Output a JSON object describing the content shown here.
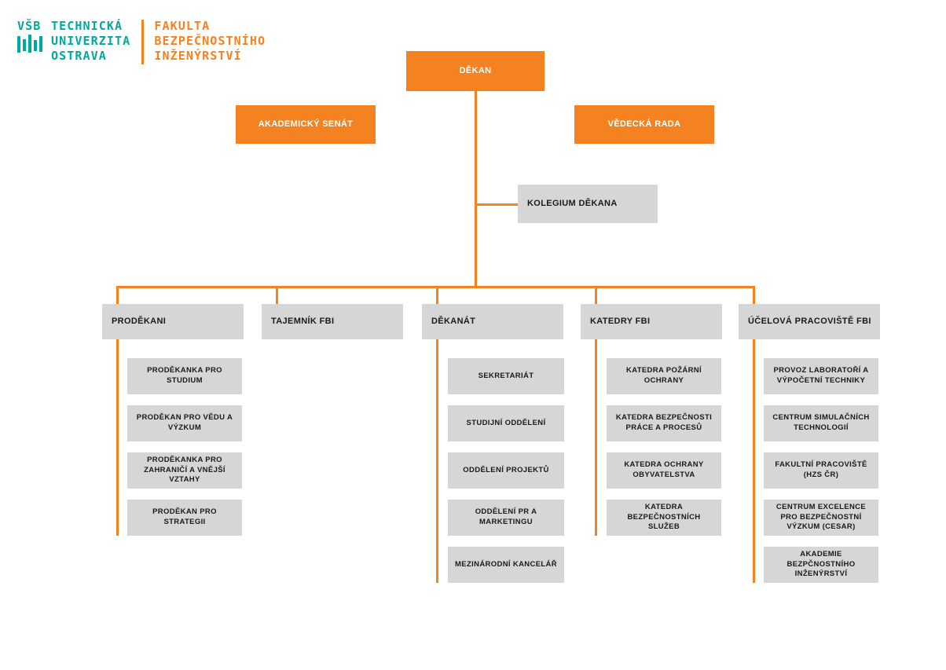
{
  "brand": {
    "vsb_word": "VŠB",
    "university_lines": [
      "TECHNICKÁ",
      "UNIVERZITA",
      "OSTRAVA"
    ],
    "faculty_lines": [
      "FAKULTA",
      "BEZPEČNOSTNÍHO",
      "INŽENÝRSTVÍ"
    ],
    "teal_color": "#00A99D",
    "orange_color": "#F58220"
  },
  "colors": {
    "orange": "#F58220",
    "gray": "#D6D6D6",
    "text_dark": "#1a1a1a",
    "text_light": "#ffffff",
    "background": "#ffffff"
  },
  "chart_data": {
    "type": "diagram",
    "title": "Organizační struktura Fakulty bezpečnostního inženýrství",
    "root": "DĚKAN",
    "nodes": [
      {
        "id": "dekan",
        "label": "DĚKAN",
        "style": "orange",
        "level": 0
      },
      {
        "id": "akademicky-senat",
        "label": "AKADEMICKÝ SENÁT",
        "style": "orange",
        "level": 0
      },
      {
        "id": "vedecka-rada",
        "label": "VĚDECKÁ RADA",
        "style": "orange",
        "level": 0
      },
      {
        "id": "kolegium-dekana",
        "label": "KOLEGIUM DĚKANA",
        "style": "gray",
        "level": 1
      },
      {
        "id": "prodekani",
        "label": "PRODĚKANI",
        "style": "gray",
        "level": 2
      },
      {
        "id": "tajemnik-fbi",
        "label": "TAJEMNÍK FBI",
        "style": "gray",
        "level": 2
      },
      {
        "id": "dekanat",
        "label": "DĚKANÁT",
        "style": "gray",
        "level": 2
      },
      {
        "id": "katedry-fbi",
        "label": "KATEDRY FBI",
        "style": "gray",
        "level": 2
      },
      {
        "id": "ucelova-pracoviste-fbi",
        "label": "ÚČELOVÁ PRACOVIŠTĚ FBI",
        "style": "gray",
        "level": 2
      }
    ],
    "edges": [
      {
        "from": "dekan",
        "to": "kolegium-dekana"
      },
      {
        "from": "dekan",
        "to": "prodekani"
      },
      {
        "from": "dekan",
        "to": "tajemnik-fbi"
      },
      {
        "from": "dekan",
        "to": "dekanat"
      },
      {
        "from": "dekan",
        "to": "katedry-fbi"
      },
      {
        "from": "dekan",
        "to": "ucelova-pracoviste-fbi"
      }
    ]
  },
  "top": {
    "dekan": "DĚKAN",
    "akademicky_senat": "AKADEMICKÝ SENÁT",
    "vedecka_rada": "VĚDECKÁ RADA",
    "kolegium_dekana": "KOLEGIUM DĚKANA"
  },
  "columns": [
    {
      "id": "prodekani",
      "header": "PRODĚKANI",
      "items": [
        "PRODĚKANKA PRO STUDIUM",
        "PRODĚKAN PRO VĚDU A VÝZKUM",
        "PRODĚKANKA PRO ZAHRANIČÍ A VNĚJŠÍ VZTAHY",
        "PRODĚKAN PRO STRATEGII"
      ]
    },
    {
      "id": "tajemnik-fbi",
      "header": "TAJEMNÍK FBI",
      "items": []
    },
    {
      "id": "dekanat",
      "header": "DĚKANÁT",
      "items": [
        "SEKRETARIÁT",
        "STUDIJNÍ ODDĚLENÍ",
        "ODDĚLENÍ PROJEKTŮ",
        "ODDĚLENÍ PR A MARKETINGU",
        "MEZINÁRODNÍ KANCELÁŘ"
      ]
    },
    {
      "id": "katedry-fbi",
      "header": "KATEDRY FBI",
      "items": [
        "KATEDRA POŽÁRNÍ OCHRANY",
        "KATEDRA BEZPEČNOSTI PRÁCE A PROCESŮ",
        "KATEDRA OCHRANY OBYVATELSTVA",
        "KATEDRA BEZPEČNOSTNÍCH SLUŽEB"
      ]
    },
    {
      "id": "ucelova-pracoviste-fbi",
      "header": "ÚČELOVÁ PRACOVIŠTĚ FBI",
      "items": [
        "PROVOZ LABORATOŘÍ A VÝPOČETNÍ TECHNIKY",
        "CENTRUM SIMULAČNÍCH TECHNOLOGIÍ",
        "FAKULTNÍ PRACOVIŠTĚ (HZS ČR)",
        "CENTRUM EXCELENCE PRO BEZPEČNOSTNÍ VÝZKUM (CESAR)",
        "AKADEMIE BEZPČNOSTNÍHO INŽENÝRSTVÍ"
      ]
    }
  ]
}
